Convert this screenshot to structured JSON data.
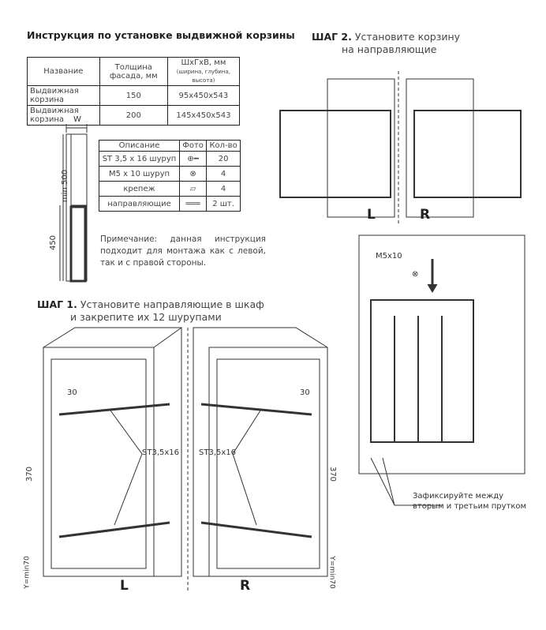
{
  "title": "Инструкция по установке выдвижной корзины",
  "spec_table": {
    "headers": [
      "Название",
      "Толщина фасада, мм",
      "ШхГхВ, мм"
    ],
    "header_sub": "(ширина, глубина, высота)",
    "rows": [
      [
        "Выдвижная корзина",
        "150",
        "95x450x543"
      ],
      [
        "Выдвижная корзина",
        "200",
        "145x450x543"
      ]
    ]
  },
  "parts_table": {
    "headers": [
      "Описание",
      "Фото",
      "Кол-во"
    ],
    "rows": [
      {
        "desc": "ST 3,5 x 16 шуруп",
        "icon": "screw-icon",
        "qty": "20"
      },
      {
        "desc": "M5 x 10 шуруп",
        "icon": "bolt-icon",
        "qty": "4"
      },
      {
        "desc": "крепеж",
        "icon": "bracket-icon",
        "qty": "4"
      },
      {
        "desc": "направляющие",
        "icon": "rail-icon",
        "qty": "2 шт."
      }
    ]
  },
  "note": "Примечание: данная инструкция подходит для монтажа как с левой, так и с правой стороны.",
  "dims": {
    "w": "W",
    "min500": "min 500",
    "h450": "450"
  },
  "step1": {
    "label": "ШАГ 1.",
    "line1": "Установите направляющие в шкаф",
    "line2": "и закрепите их 12 шурупами",
    "d30": "30",
    "d370": "370",
    "screw": "ST3,5x16",
    "ymin": "Y=min70",
    "L": "L",
    "R": "R"
  },
  "step2": {
    "label": "ШАГ 2.",
    "line1": "Установите корзину",
    "line2": "на направляющие",
    "L": "L",
    "R": "R"
  },
  "detail": {
    "bolt": "M5x10",
    "fix1": "Зафиксируйте между",
    "fix2": "вторым и третьим прутком"
  }
}
